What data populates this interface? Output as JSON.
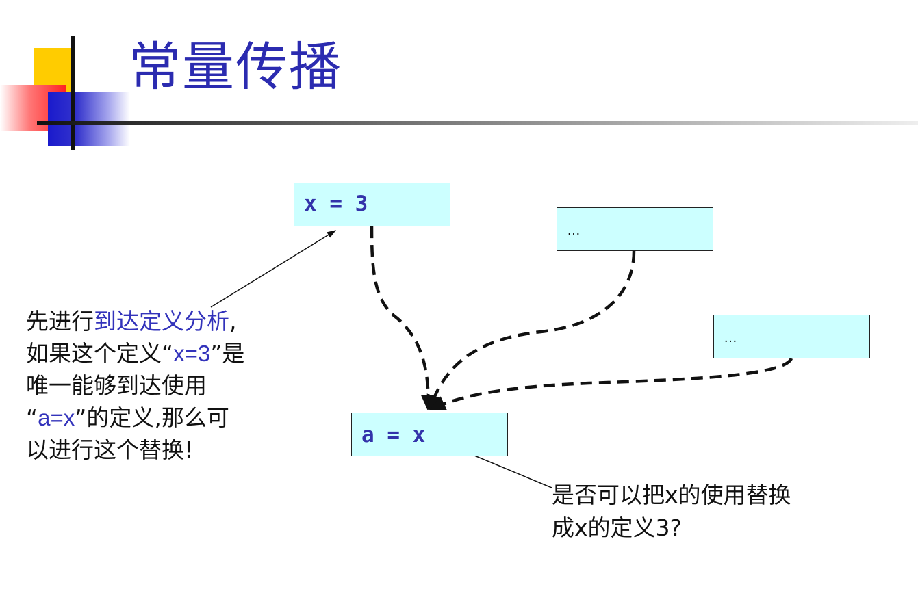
{
  "slide": {
    "title": "常量传播"
  },
  "boxes": {
    "def_x3": "x = 3",
    "def_dots1": "…",
    "def_dots2": "…",
    "use_ax": "a = x"
  },
  "left_note": {
    "line1_prefix": "先进行",
    "line1_highlight": "到达定义分析",
    "line1_suffix": ",",
    "line2_prefix": "如果这个定义“",
    "line2_highlight": "x=3",
    "line2_suffix": "”是",
    "line3": "唯一能够到达使用",
    "line4_prefix": "“",
    "line4_highlight": "a=x",
    "line4_suffix": "”的定义,那么可",
    "line5": "以进行这个替换!"
  },
  "right_note": {
    "line1": "是否可以把x的使用替换",
    "line2": "成x的定义3?"
  },
  "colors": {
    "title": "#2b2bb0",
    "box_fill": "#ccffff",
    "highlight": "#3333bb",
    "accent_yellow": "#ffcc00",
    "accent_red": "#ff2222",
    "accent_blue": "#1a1acc"
  }
}
